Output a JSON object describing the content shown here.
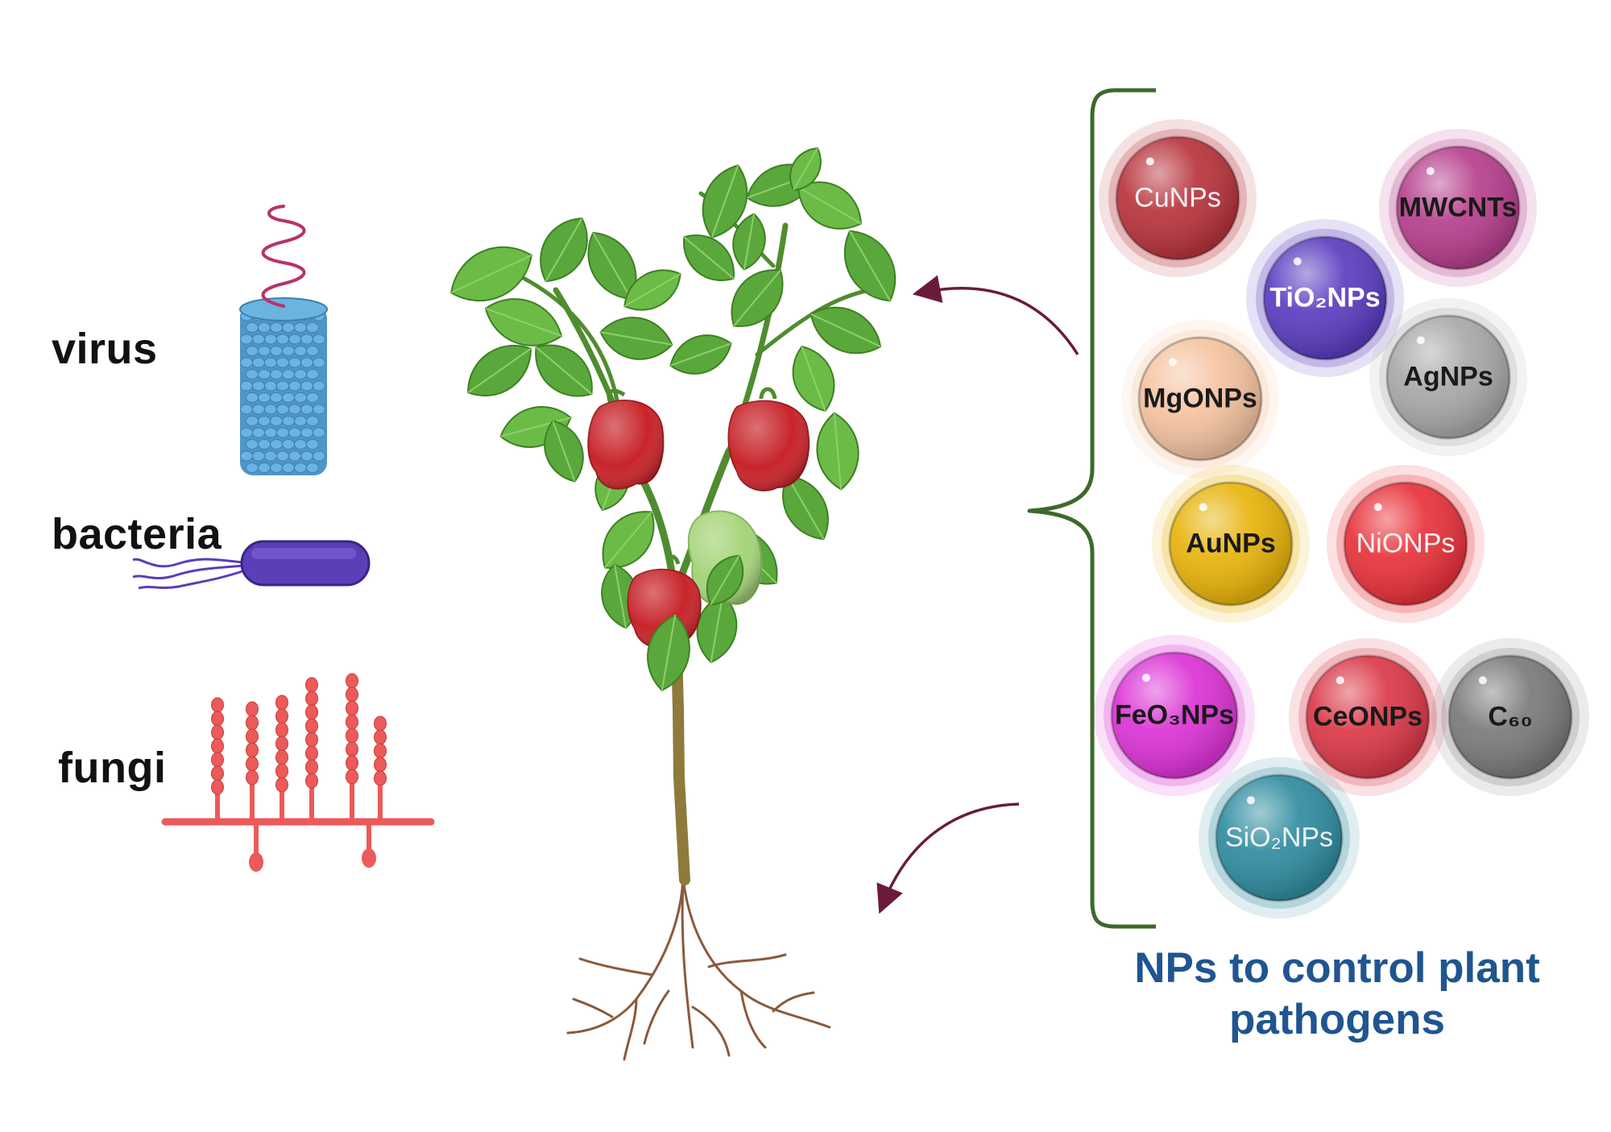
{
  "pathogens": {
    "virus": "virus",
    "bacteria": "bacteria",
    "fungi": "fungi"
  },
  "nanoparticles": [
    {
      "id": "cunps",
      "text": "CuNPs",
      "color": "#b8333c"
    },
    {
      "id": "mwcnts",
      "text": "MWCNTs",
      "color": "#b63f8c"
    },
    {
      "id": "tio2nps",
      "text": "TiO₂NPs",
      "color": "#5a3cc0"
    },
    {
      "id": "mgonps",
      "text": "MgONPs",
      "color": "#f5c3a0"
    },
    {
      "id": "agnps",
      "text": "AgNPs",
      "color": "#a8a8a8"
    },
    {
      "id": "aunps",
      "text": "AuNPs",
      "color": "#e8b30a"
    },
    {
      "id": "nionps",
      "text": "NiONPs",
      "color": "#e8323a"
    },
    {
      "id": "feo3nps",
      "text": "FeO₃NPs",
      "color": "#dc33d6"
    },
    {
      "id": "ceonps",
      "text": "CeONPs",
      "color": "#db3848"
    },
    {
      "id": "c60",
      "text": "C₆₀",
      "color": "#7a7a7a"
    },
    {
      "id": "sio2nps",
      "text": "SiO₂NPs",
      "color": "#2f8ca0"
    }
  ],
  "caption": "NPs to control plant pathogens",
  "colors": {
    "brace": "#3c6a2a",
    "arrow": "#6a1b3c",
    "caption": "#1f5590",
    "leaf": "#5aa83c",
    "pepper_red": "#c8242a",
    "pepper_green": "#a6d47a",
    "virus": "#5fa6d6",
    "virus_rna": "#b8336a",
    "bacteria": "#5b3fb8",
    "fungi": "#ec5a5a",
    "root": "#8a5a3c"
  }
}
